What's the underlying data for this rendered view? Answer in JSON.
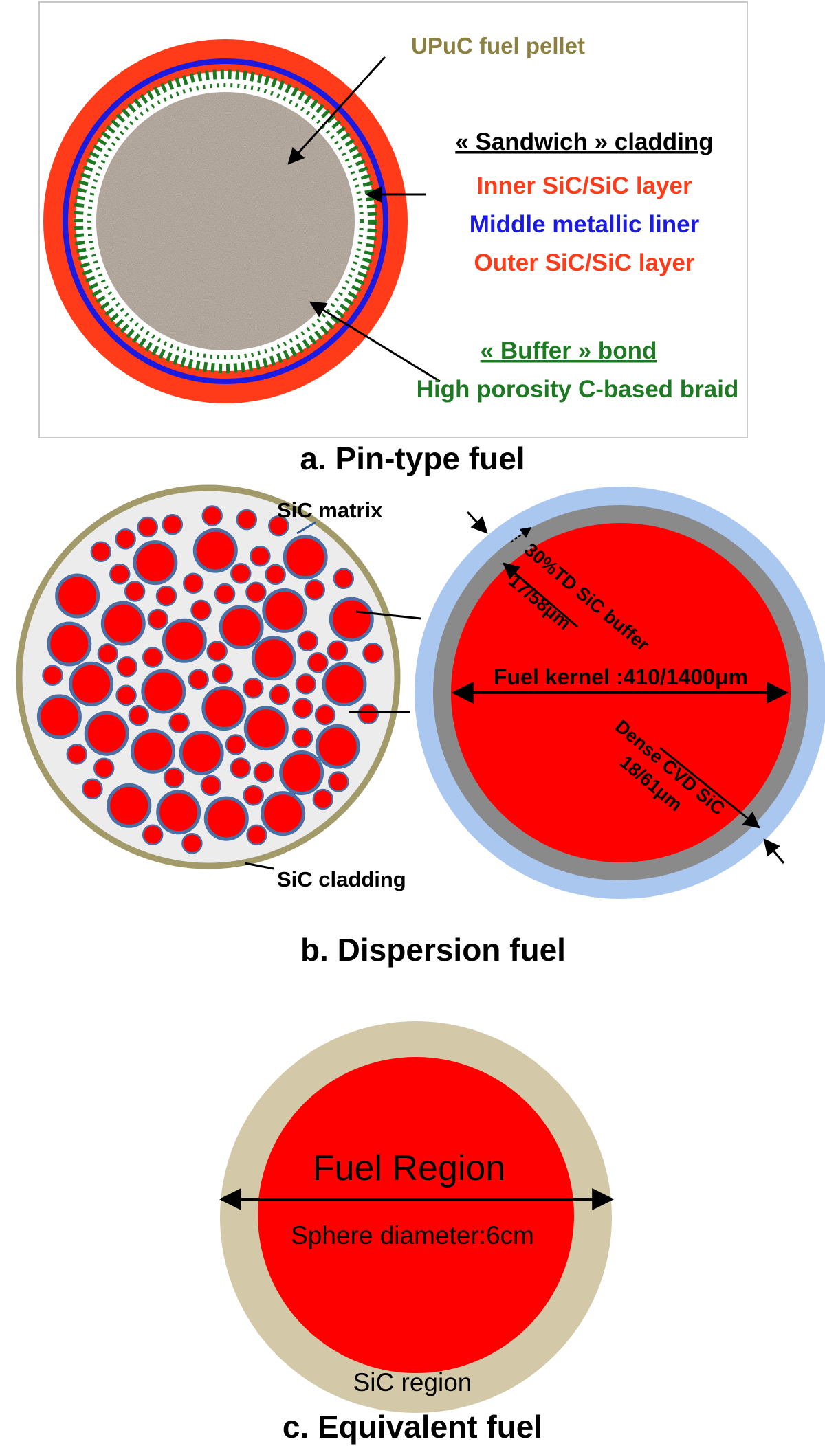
{
  "panel_a": {
    "caption": "a. Pin-type fuel",
    "fuel_pellet": "UPuC fuel pellet",
    "cladding_title": "« Sandwich » cladding",
    "inner_layer": "Inner SiC/SiC layer",
    "middle_layer": "Middle metallic liner",
    "outer_layer": "Outer SiC/SiC layer",
    "bond_title": "« Buffer » bond",
    "bond_desc": "High porosity C-based braid"
  },
  "panel_b": {
    "caption": "b. Dispersion fuel",
    "matrix_label": "SiC matrix",
    "cladding_label": "SiC cladding",
    "buffer_label": "30%TD SiC buffer",
    "buffer_thickness": "17/58μm",
    "kernel_label": "Fuel kernel :410/1400μm",
    "cvd_label": "Dense CVD SiC",
    "cvd_thickness": "18/61μm"
  },
  "panel_c": {
    "caption": "c. Equivalent fuel",
    "fuel_region": "Fuel Region",
    "diameter": "Sphere diameter:6cm",
    "sic_region": "SiC region"
  },
  "colors": {
    "sic_red": "#ff3b1a",
    "liner_blue": "#1a1ae0",
    "buffer_green": "#1e7a22",
    "pellet_gray": "#a89d94",
    "fuel_red": "#ff0000",
    "coat_blue": "#aac7f0",
    "buffer_gray": "#8a8a8a",
    "sic_tan": "#d3c9a8",
    "cladding_olive": "#a39a6a"
  }
}
